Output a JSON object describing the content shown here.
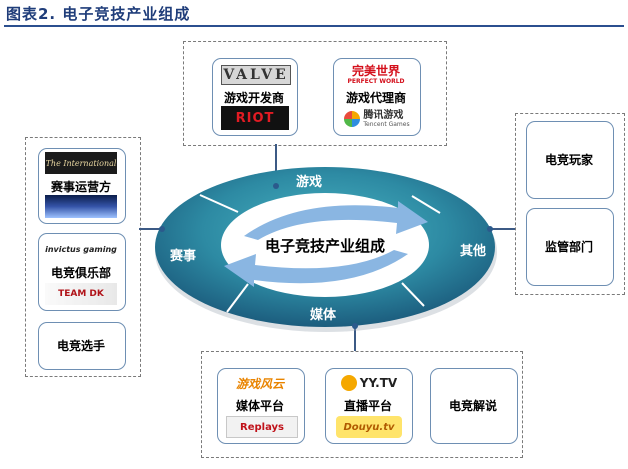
{
  "header": {
    "title": "图表2.    电子竞技产业组成"
  },
  "center": {
    "label": "电子竞技产业组成"
  },
  "ring": {
    "games": "游戏",
    "events": "赛事",
    "media": "媒体",
    "other": "其他"
  },
  "games": {
    "developer": {
      "label": "游戏开发商",
      "logo_top": "VALVE",
      "logo_bottom": "RIOT"
    },
    "agent": {
      "label": "游戏代理商",
      "logo_top_cn": "完美世界",
      "logo_top_en": "PERFECT WORLD",
      "logo_bottom_cn": "腾讯游戏",
      "logo_bottom_en": "Tencent Games"
    }
  },
  "events": {
    "operator": {
      "label": "赛事运营方",
      "logo_top": "The International"
    },
    "club": {
      "label": "电竞俱乐部",
      "logo_top": "invictus gaming",
      "logo_bottom": "TEAM DK"
    },
    "player": {
      "label": "电竞选手"
    }
  },
  "media": {
    "media_platform": {
      "label": "媒体平台",
      "logo_top": "游戏风云",
      "logo_bottom": "Replays"
    },
    "live_platform": {
      "label": "直播平台",
      "logo_top": "YY.TV",
      "logo_bottom": "Douyu.tv"
    },
    "commentary": {
      "label": "电竞解说"
    }
  },
  "other": {
    "fans": {
      "label": "电竞玩家"
    },
    "regulator": {
      "label": "监管部门"
    }
  },
  "colors": {
    "title": "#1f3d7a",
    "ring_dark": "#1c5d7e",
    "ring_light": "#3fa5b5",
    "arrow": "#88b4e0"
  }
}
